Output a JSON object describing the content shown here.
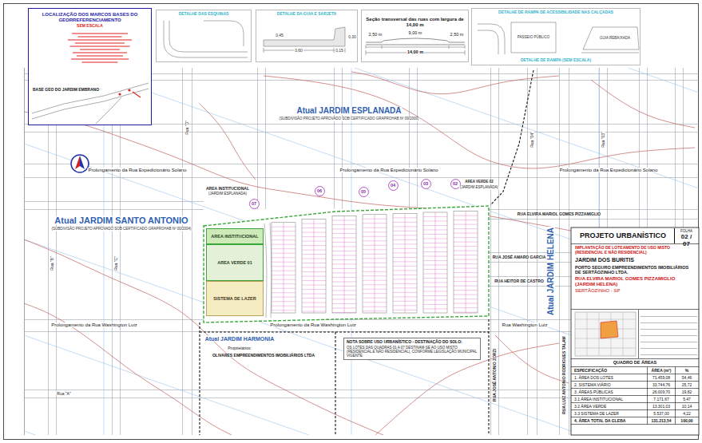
{
  "diagram": {
    "nodes": [
      {
        "text": [
          "LOCALIZAÇÃO DOS MARCOS BASES DO GEORREFERENCIAMENTO",
          "SEM ESCALA",
          "BASE GEO DO JARDIM EMBRANO"
        ]
      },
      {
        "text": [
          "DETALHE DAS ESQUINAS"
        ]
      },
      {
        "text": [
          "DETALHE DA GUIA E SARJETA"
        ]
      },
      {
        "text": [
          "Seção transversal das ruas com largura de 14,00 m"
        ]
      },
      {
        "text": [
          "DETALHE DE RAMPA DE ACESSIBILIDADE NAS CALÇADAS",
          "DETALHE DE RAMPA (SEM ESCALA)"
        ]
      },
      {
        "text": [
          "AREA INSTITUCIONAL"
        ]
      },
      {
        "text": [
          "AREA VERDE 01"
        ]
      },
      {
        "text": [
          "SISTEMA DE LAZER"
        ]
      },
      {
        "text": [
          "NOTA SOBRE USO URBANÍSTICO - DESTINAÇÃO DO SOLO:",
          "OS LOTES DAS QUADRAS 01 A 07 DESTINAM-SE AO USO MISTO (RESIDENCIAL E NÃO RESIDENCIAL), CONFORME LEGISLAÇÃO MUNICIPAL VIGENTE."
        ]
      },
      {
        "text": [
          "PROJETO URBANÍSTICO"
        ]
      },
      {
        "text": [
          "FOLHA",
          "02 / 07"
        ]
      },
      {
        "text": [
          "IMPLANTAÇÃO DE LOTEAMENTO DE USO MISTO (RESIDENCIAL E NÃO RESIDENCIAL)",
          "JARDIM DOS BURITIS",
          "PORTO SEGURO EMPREENDIMENTOS IMOBILIÁRIOS DE SERTÃOZINHO LTDA.",
          "RUA ELVIRA MARIOL GOMES PIZZAMIGLIO (JARDIM HELENA)",
          "SERTÃOZINHO - SP"
        ]
      },
      {
        "text": [
          "QUADRO DE ÁREAS"
        ]
      },
      {
        "text": [
          "07"
        ]
      },
      {
        "text": [
          "06"
        ]
      },
      {
        "text": [
          "05"
        ]
      },
      {
        "text": [
          "04"
        ]
      },
      {
        "text": [
          "03"
        ]
      },
      {
        "text": [
          "02"
        ]
      }
    ],
    "labels": [
      "Atual JARDIM ESPLANADA",
      "(SUBDIVISÃO PROJETO APROVADO SOB CERTIFICADO GRAPROHAB Nº 09/2000)",
      "Atual JARDIM SANTO ANTONIO",
      "(SUBDIVISÃO PROJETO APROVADO SOB CERTIFICADO GRAPROHAB Nº 00/2004)",
      "Atual JARDIM HELENA",
      "Atual JARDIM HARMONIA",
      "Prolongamento da Rua Expedicionário Solano",
      "Prolongamento da Rua Expedicionário Solano",
      "Prolongamento da Rua Expedicionário Solano",
      "Prolongamento da Rua Washington Luiz",
      "Prolongamento da Rua Washington Luiz",
      "Rua Washington Luiz",
      "RUA ELVIRA MARIOL GOMES PIZZAMIGLIO",
      "RUA JOSÉ AMARO GARCIA",
      "RUA HEITOR DE CASTRO",
      "Rua \"A\"",
      "Rua \"B\"",
      "Rua \"C\"",
      "Rua \"D\"",
      "Rua \"04\"",
      "Rua \"03\"",
      "RUA JOSÉ ANTONIO ZORZI",
      "RUA LUIZ ANTONIO RODRIGUES TALAM",
      "AREA INSTITUCIONAL",
      "(JARDIM ESPLANADA)",
      "AREA VERDE 02",
      "(JARDIM ESPLANADA)",
      "Proprietários:",
      "OLIVARES EMPREENDIMENTOS IMOBILIÁRIOS LTDA",
      "0,45",
      "0,60",
      "0,15",
      "0,30",
      "2,50 m",
      "9,00 m",
      "2,50 m",
      "14,00 m",
      "PASSEIO PÚBLICO",
      "GUIA REBAIXADA",
      "ESPECIFICAÇÃO",
      "ÁREA (m²)",
      "%",
      "1. ÁREA DOS LOTES",
      "71.459,08",
      "54,46",
      "2. SISTEMA VIÁRIO",
      "33.744,76",
      "25,72",
      "3. ÁREAS PÚBLICAS",
      "26.009,70",
      "19,82",
      "3.1 ÁREA INSTITUCIONAL",
      "7.171,67",
      "5,47",
      "3.2 ÁREA VERDE",
      "13.301,03",
      "10,14",
      "3.3 SISTEMA DE LAZER",
      "5.537,00",
      "4,22",
      "4. ÁREA TOTAL DA GLEBA",
      "131.213,54",
      "100,00"
    ]
  }
}
